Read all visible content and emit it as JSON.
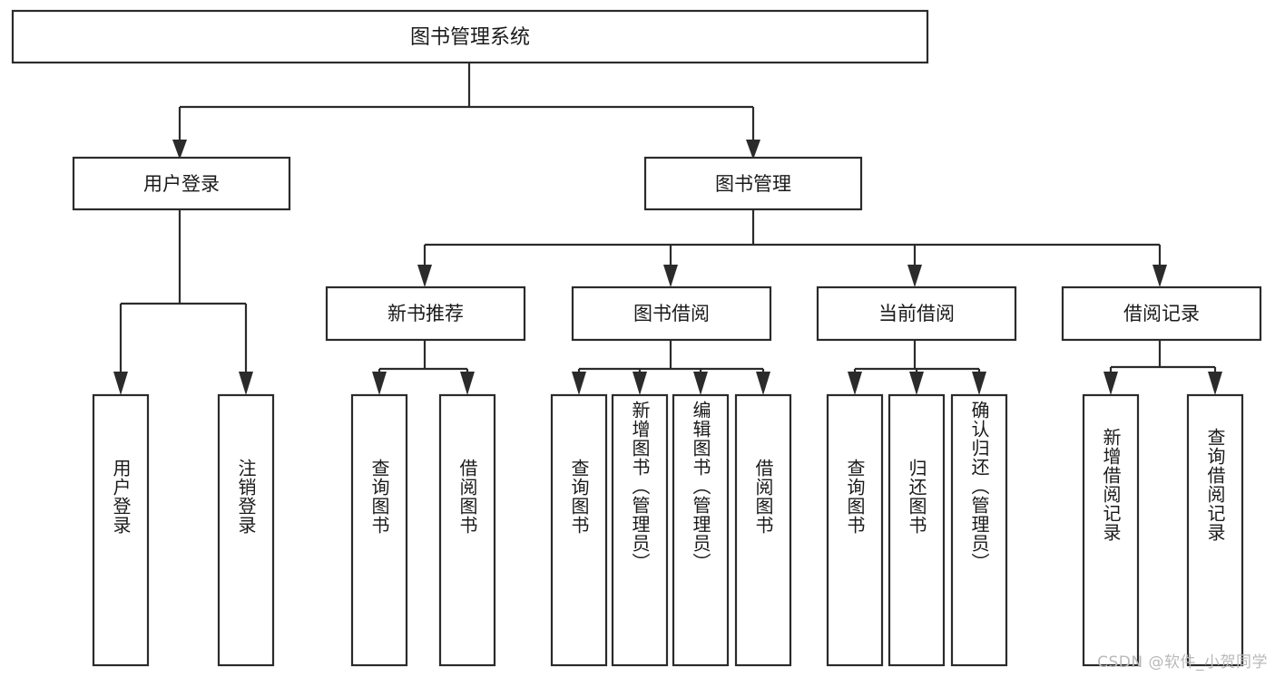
{
  "diagram": {
    "type": "tree-hierarchy",
    "root": {
      "label": "图书管理系统",
      "orientation": "horizontal"
    },
    "level2": [
      {
        "label": "用户登录",
        "orientation": "horizontal"
      },
      {
        "label": "图书管理",
        "orientation": "horizontal"
      }
    ],
    "level3": [
      {
        "label": "新书推荐",
        "orientation": "horizontal"
      },
      {
        "label": "图书借阅",
        "orientation": "horizontal"
      },
      {
        "label": "当前借阅",
        "orientation": "horizontal"
      },
      {
        "label": "借阅记录",
        "orientation": "horizontal"
      }
    ],
    "leaves": {
      "user_login": [
        {
          "label": "用户登录",
          "orientation": "vertical"
        },
        {
          "label": "注销登录",
          "orientation": "vertical"
        }
      ],
      "new_book_recommend": [
        {
          "label": "查询图书",
          "orientation": "vertical"
        },
        {
          "label": "借阅图书",
          "orientation": "vertical"
        }
      ],
      "book_borrow": [
        {
          "label": "查询图书",
          "orientation": "vertical"
        },
        {
          "label": "新增图书（管理员）",
          "orientation": "vertical"
        },
        {
          "label": "编辑图书（管理员）",
          "orientation": "vertical"
        },
        {
          "label": "借阅图书",
          "orientation": "vertical"
        }
      ],
      "current_borrow": [
        {
          "label": "查询图书",
          "orientation": "vertical"
        },
        {
          "label": "归还图书",
          "orientation": "vertical"
        },
        {
          "label": "确认归还（管理员）",
          "orientation": "vertical"
        }
      ],
      "borrow_record": [
        {
          "label": "新增借阅记录",
          "orientation": "vertical"
        },
        {
          "label": "查询借阅记录",
          "orientation": "vertical"
        }
      ]
    },
    "colors": {
      "box_stroke": "#2b2b2b",
      "box_fill": "#ffffff",
      "text": "#1a1a1a",
      "connector": "#2b2b2b",
      "background": "#ffffff",
      "watermark": "#b9b9b9"
    }
  },
  "watermark": {
    "text": "CSDN @软件_小贺同学"
  }
}
